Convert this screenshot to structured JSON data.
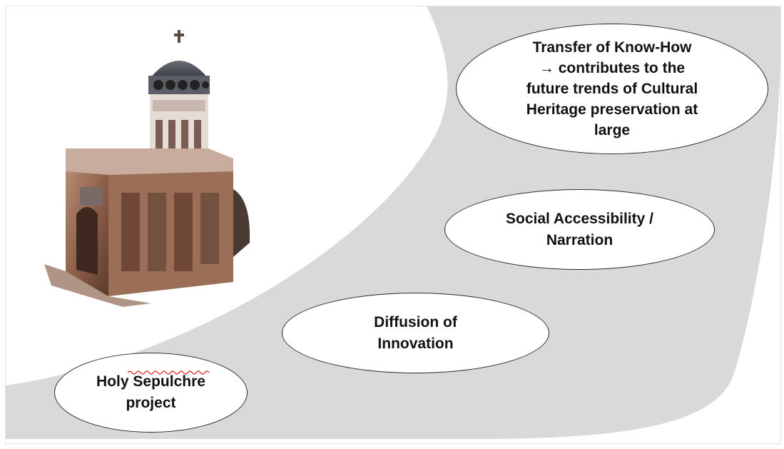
{
  "diagram": {
    "stages": [
      {
        "id": "holy",
        "label": "Holy Sepulchre\nproject"
      },
      {
        "id": "diffusion",
        "label": "Diffusion of\nInnovation"
      },
      {
        "id": "social",
        "label": "Social Accessibility /\nNarration"
      },
      {
        "id": "transfer",
        "label": "Transfer of Know-How\n→ contributes to the\nfuture trends of Cultural\nHeritage preservation at\nlarge"
      }
    ],
    "colors": {
      "band": "#d9d9d9",
      "ellipse_fill": "#ffffff",
      "ellipse_border": "#2b2b2b",
      "text": "#111111",
      "spellcheck_underline": "#e0262a"
    },
    "image": {
      "icon": "edicule-3d-model-icon"
    }
  }
}
